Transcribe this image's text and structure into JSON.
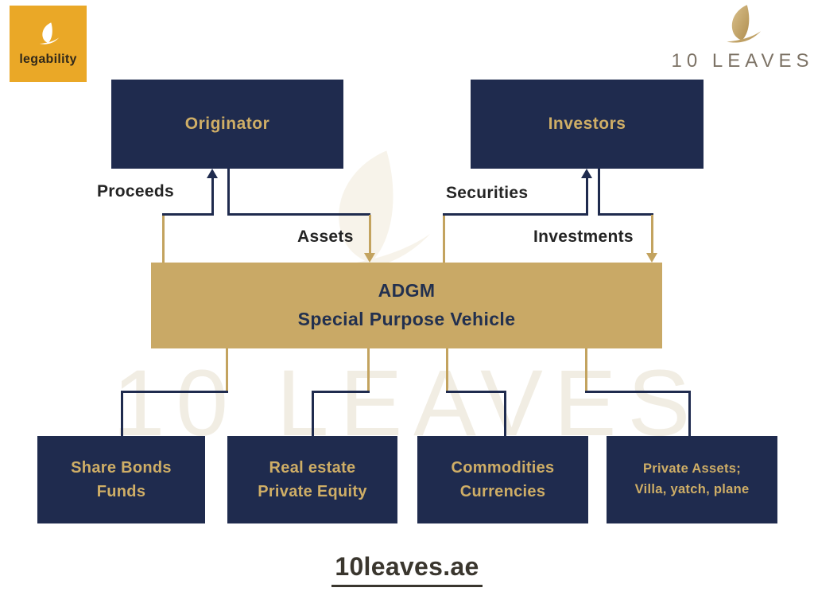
{
  "header": {
    "legability_logo_text": "legability",
    "ten_leaves_logo_text": "10 LEAVES"
  },
  "watermark_text": "10 LEAVES",
  "boxes": {
    "originator": "Originator",
    "investors": "Investors",
    "spv_line1": "ADGM",
    "spv_line2": "Special Purpose Vehicle",
    "bottom": [
      {
        "line1": "Share Bonds",
        "line2": "Funds"
      },
      {
        "line1": "Real estate",
        "line2": "Private Equity"
      },
      {
        "line1": "Commodities",
        "line2": "Currencies"
      },
      {
        "line1": "Private Assets;",
        "line2": "Villa, yatch, plane"
      }
    ]
  },
  "flow_labels": {
    "proceeds": "Proceeds",
    "assets": "Assets",
    "securities": "Securities",
    "investments": "Investments"
  },
  "footer": {
    "website": "10leaves.ae"
  },
  "colors": {
    "navy": "#1f2b4e",
    "gold_box": "#c9a966",
    "gold_line": "#c3a35f",
    "gold_text": "#cfae66",
    "legability_yellow": "#eaa827",
    "logo_text_gray": "#7d7366",
    "watermark": "#f1ede3"
  }
}
